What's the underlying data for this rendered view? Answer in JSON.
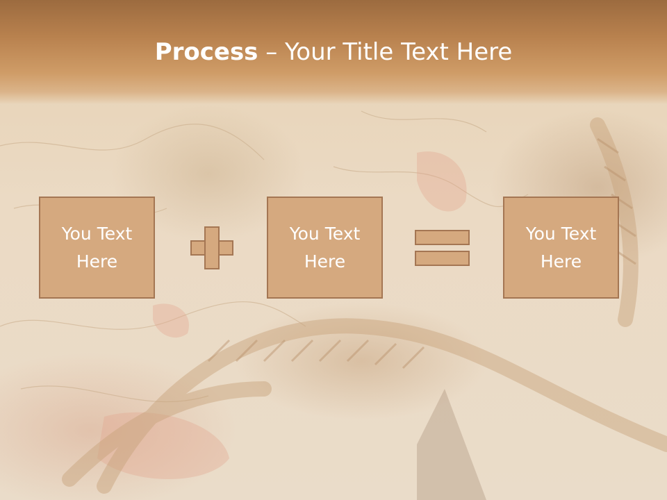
{
  "title": {
    "bold": "Process",
    "rest": " – Your Title Text Here"
  },
  "boxes": [
    {
      "line1": "You Text",
      "line2": "Here"
    },
    {
      "line1": "You Text",
      "line2": "Here"
    },
    {
      "line1": "You Text",
      "line2": "Here"
    }
  ],
  "operators": [
    "plus-icon",
    "equals-icon"
  ],
  "colors": {
    "box_fill": "#d5a97f",
    "box_border": "#a47653",
    "title_band": "#b8814e",
    "text": "#ffffff"
  }
}
